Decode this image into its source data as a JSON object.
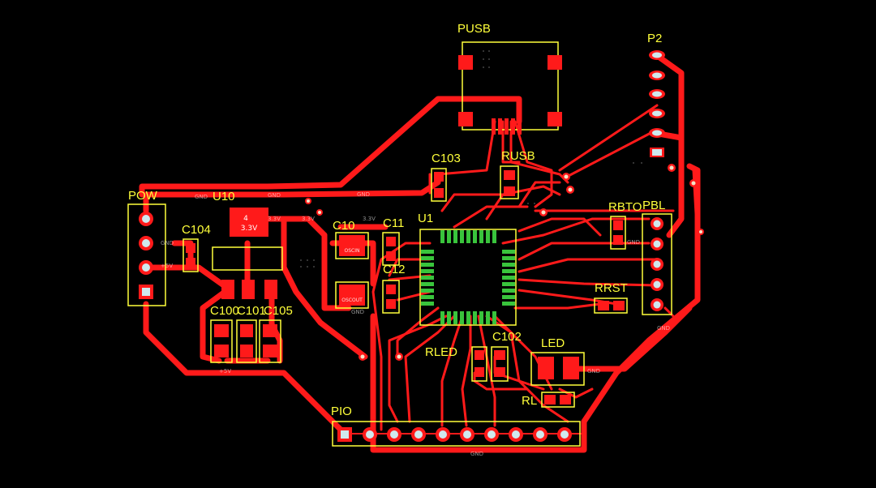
{
  "board": {
    "background": "#000000",
    "trace_color": "#ff1a1a",
    "silkscreen_color": "#ffff3a",
    "pad_green": "#39c43c"
  },
  "designators": {
    "pusb": "PUSB",
    "p2": "P2",
    "c103": "C103",
    "rusb": "RUSB",
    "pow": "POW",
    "u10": "U10",
    "c104": "C104",
    "c10": "C10",
    "c11": "C11",
    "u1": "U1",
    "c12": "C12",
    "rbto": "RBTO",
    "pbl": "PBL",
    "rrst": "RRST",
    "c100": "C100",
    "c101": "C101",
    "c105": "C105",
    "rled": "RLED",
    "c102": "C102",
    "led": "LED",
    "rl": "RL",
    "pio": "PIO"
  },
  "nets": {
    "gnd": "GND",
    "v33": "3.3V",
    "v5": "+5V"
  },
  "pad_labels": {
    "u10_tab_num": "4",
    "u10_tab_val": "3.3V",
    "osc_in": "OSCIN",
    "osc_out": "OSCOUT"
  }
}
